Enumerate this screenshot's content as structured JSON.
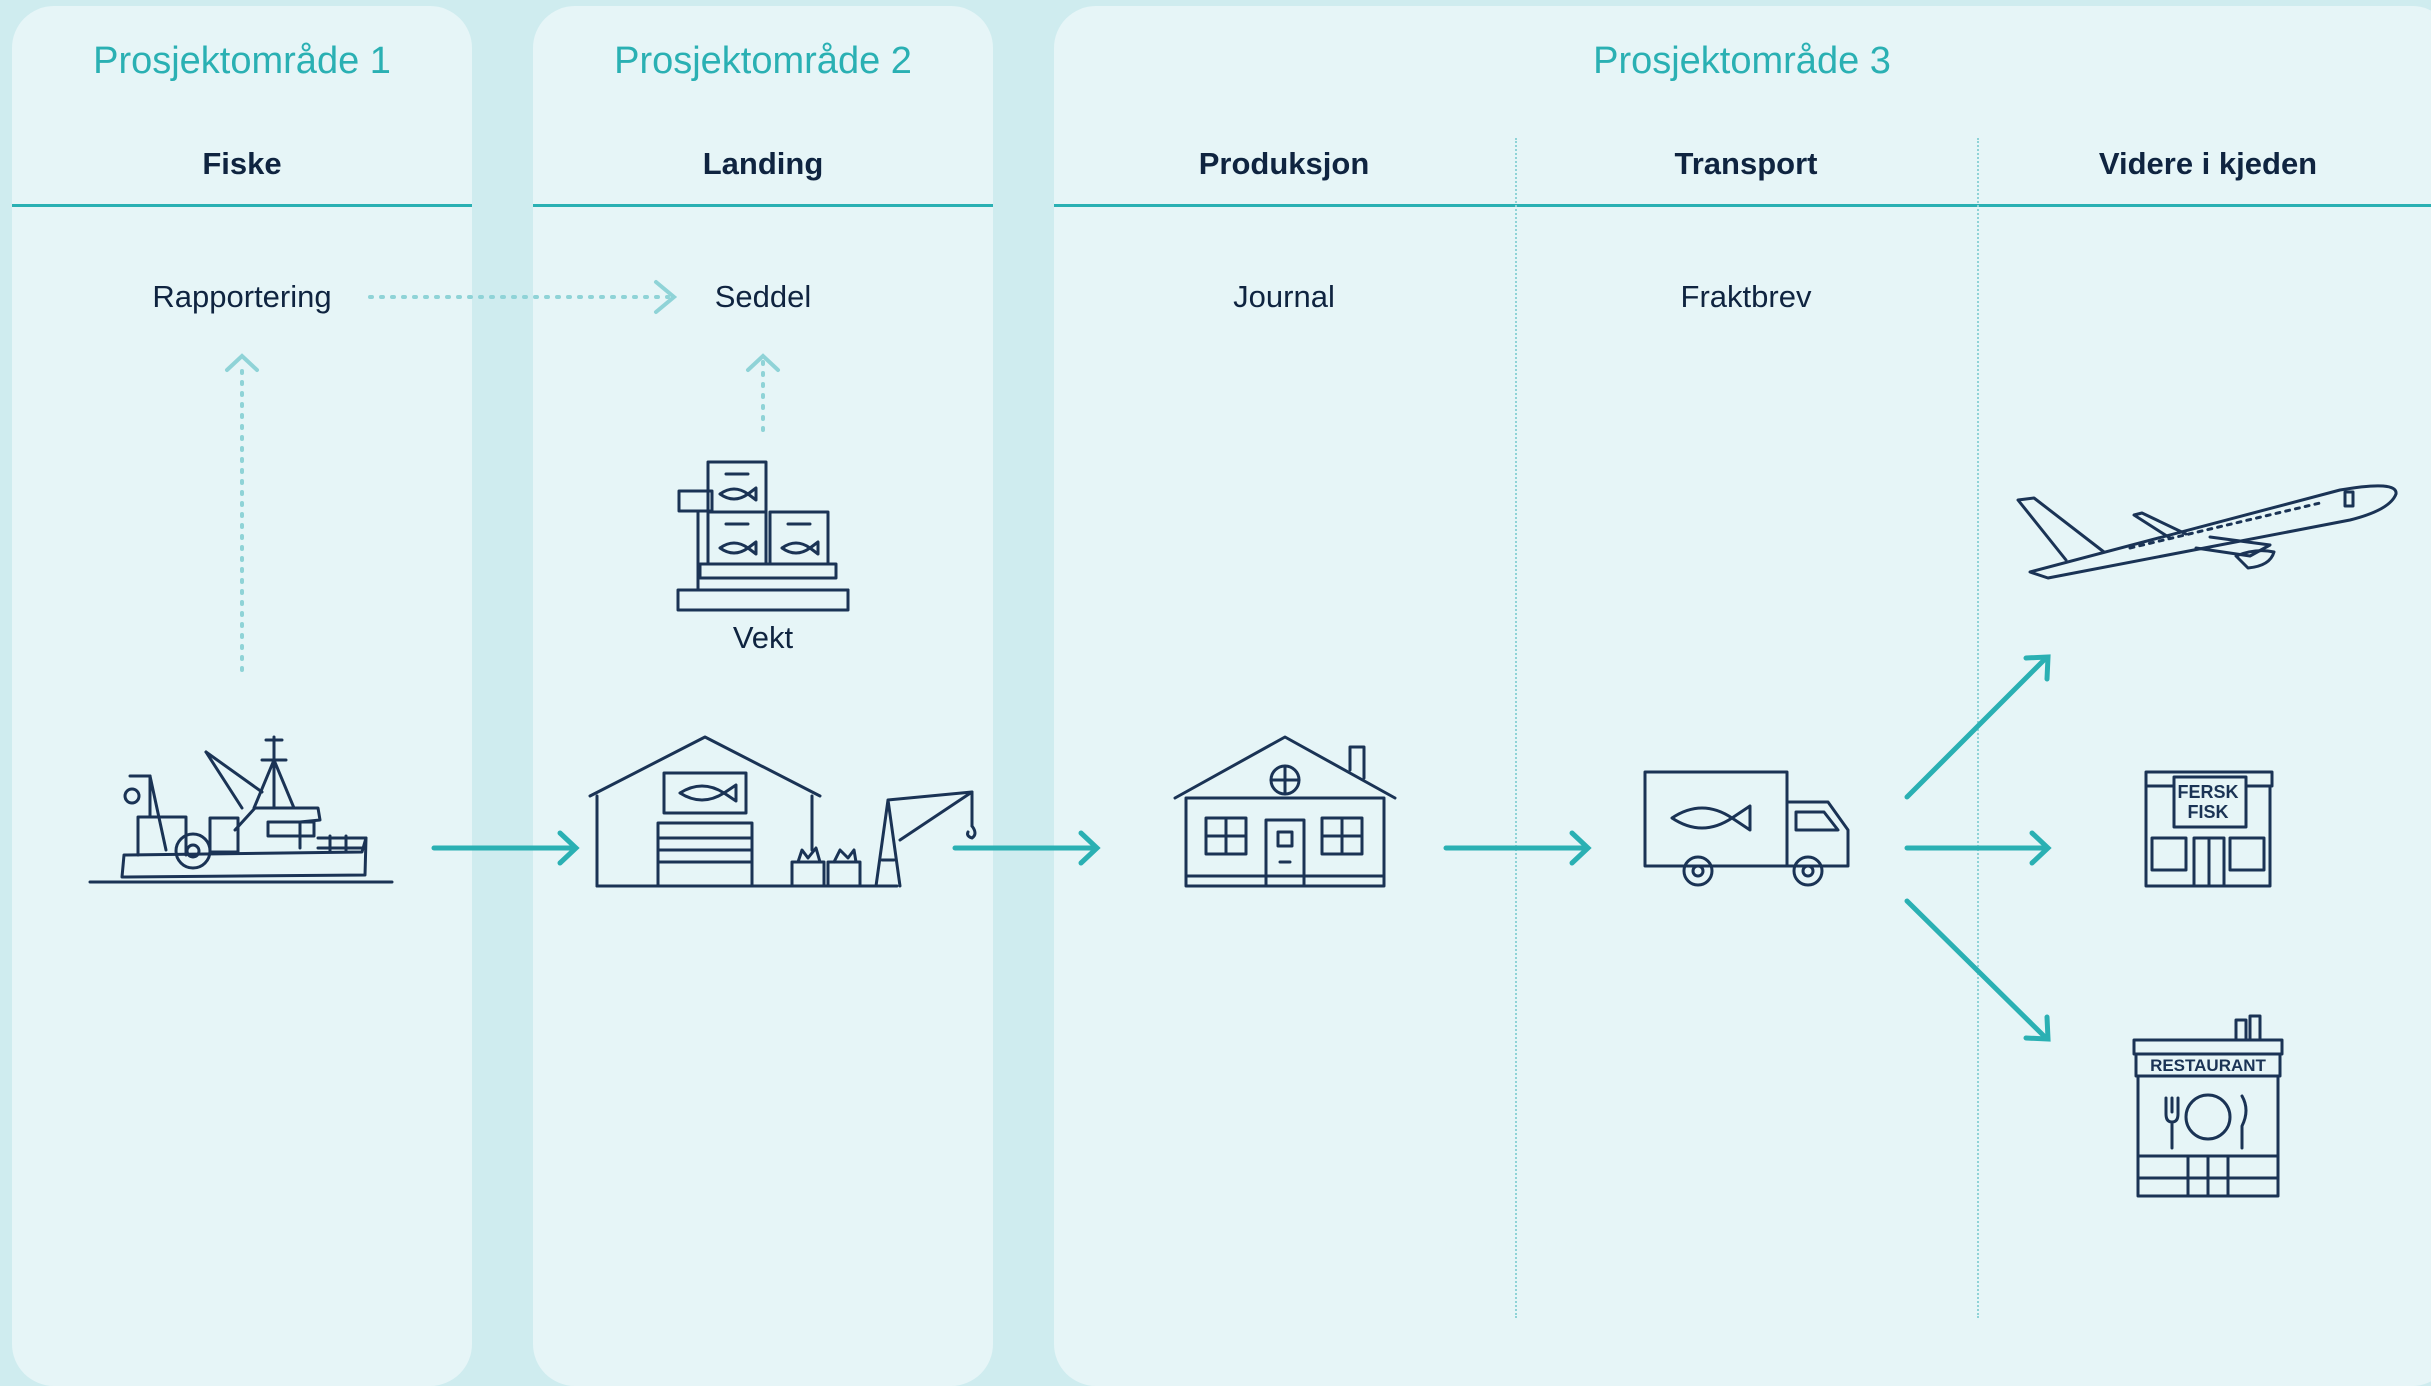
{
  "areas": [
    {
      "title": "Prosjektområde 1"
    },
    {
      "title": "Prosjektområde 2"
    },
    {
      "title": "Prosjektområde 3"
    }
  ],
  "stages": [
    {
      "name": "Fiske"
    },
    {
      "name": "Landing"
    },
    {
      "name": "Produksjon"
    },
    {
      "name": "Transport"
    },
    {
      "name": "Videre i kjeden"
    }
  ],
  "documents": {
    "rapportering": "Rapportering",
    "seddel": "Seddel",
    "journal": "Journal",
    "fraktbrev": "Fraktbrev",
    "vekt": "Vekt"
  },
  "signs": {
    "shop_line1": "FERSK",
    "shop_line2": "FISK",
    "restaurant": "RESTAURANT"
  },
  "colors": {
    "accent": "#2ab0b3",
    "dotted": "#8fd3d7",
    "ink": "#1a3355",
    "panel": "#e6f5f7",
    "background": "#cfecef"
  }
}
